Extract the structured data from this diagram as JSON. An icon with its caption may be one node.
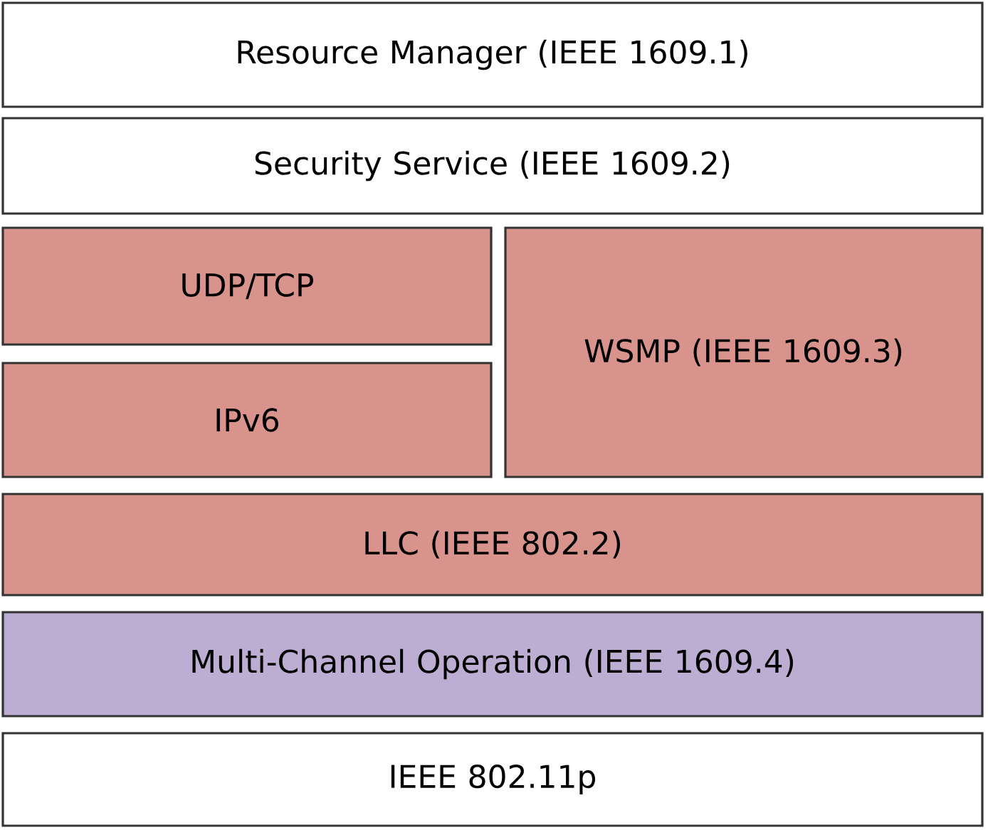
{
  "diagram": {
    "nodes": [
      {
        "text": [
          "Resource Manager (IEEE 1609.1)"
        ]
      },
      {
        "text": [
          "Security Service (IEEE 1609.2)"
        ]
      },
      {
        "text": [
          "UDP/TCP"
        ]
      },
      {
        "text": [
          "IPv6"
        ]
      },
      {
        "text": [
          "WSMP (IEEE 1609.3)"
        ]
      },
      {
        "text": [
          "LLC (IEEE 802.2)"
        ]
      },
      {
        "text": [
          "Multi-Channel Operation (IEEE 1609.4)"
        ]
      },
      {
        "text": [
          "IEEE 802.11p"
        ]
      }
    ]
  }
}
